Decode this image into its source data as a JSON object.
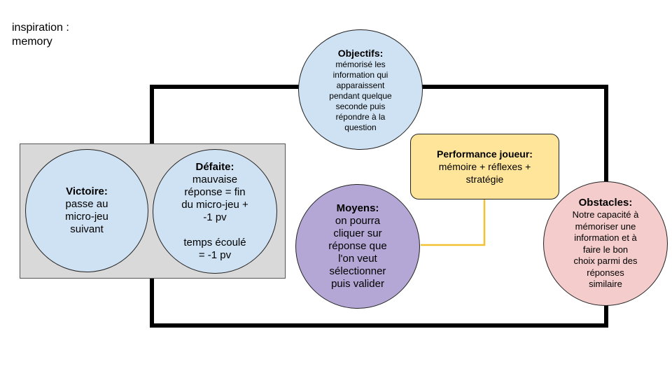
{
  "note": {
    "line1": "inspiration :",
    "line2": "memory"
  },
  "panel": {
    "victoire": {
      "title": "Victoire:",
      "body": "passe au\nmicro-jeu\nsuivant"
    },
    "defaite": {
      "title": "Défaite:",
      "body": "mauvaise\nréponse = fin\ndu micro-jeu +\n-1 pv\n\ntemps écoulé\n= -1 pv"
    }
  },
  "objectifs": {
    "title": "Objectifs:",
    "body": "mémorisé les\ninformation qui\napparaissent\npendant quelque\nseconde puis\nrépondre à la\nquestion"
  },
  "performance": {
    "title": "Performance joueur:",
    "body": "mémoire + réflexes +\nstratégie"
  },
  "moyens": {
    "title": "Moyens:",
    "body": "on pourra\ncliquer sur\nréponse que\nl'on veut\nsélectionner\npuis valider"
  },
  "obstacles": {
    "title": "Obstacles:",
    "body": "Notre capacité à\nmémoriser une\ninformation et à\nfaire le bon\nchoix parmi des\nréponses\nsimilaire"
  },
  "colors": {
    "blue_node": "#cfe2f3",
    "purple_node": "#b4a7d6",
    "pink_node": "#f4cccc",
    "yellow_box": "#ffe599",
    "connector": "#f1c232",
    "loop": "#000000",
    "panel": "#d9d9d9"
  }
}
